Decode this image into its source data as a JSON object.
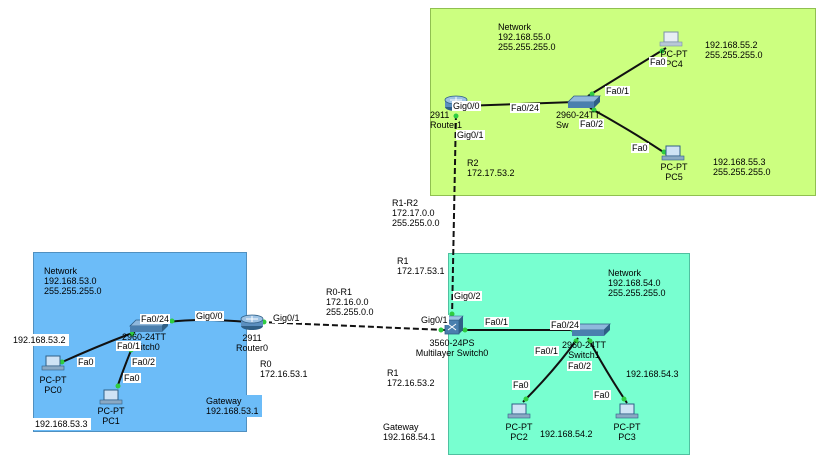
{
  "areas": {
    "left": {
      "color": "#6cbcf8"
    },
    "green": {
      "color": "#ccff80"
    },
    "teal": {
      "color": "#78ffd0"
    }
  },
  "notes": {
    "left_network": "Network\n192.168.53.0\n255.255.255.0",
    "green_network": "Network\n192.168.55.0\n255.255.255.0",
    "teal_network": "Network\n192.168.54.0\n255.255.255.0",
    "pc4_ip": "192.168.55.2\n255.255.255.0",
    "pc5_ip": "192.168.55.3\n255.255.255.0",
    "r2": "R2\n172.17.53.2",
    "r1r2": "R1-R2\n172.17.0.0\n255.255.0.0",
    "r1_top": "R1\n172.17.53.1",
    "r0r1": "R0-R1\n172.16.0.0\n255.255.0.0",
    "r0": "R0\n172.16.53.1",
    "r1_bottom": "R1\n172.16.53.2",
    "gateway_left": "Gateway\n192.168.53.1",
    "gateway_right": "Gateway\n192.168.54.1",
    "pc0_ip": "192.168.53.2",
    "pc1_ip": "192.168.53.3",
    "pc2_ip": "192.168.54.2",
    "pc3_ip": "192.168.54.3"
  },
  "devices": {
    "router0": "2911\nRouter0",
    "router1": "2911\nRouter1",
    "switch0": "2960-24TT\nSwitch0",
    "switch1": "2960-24TT\nSwitch1",
    "switch_top": "2960-24TT\nSw",
    "multilayer": "3560-24PS\nMultilayer Switch0",
    "pc0": "PC-PT\nPC0",
    "pc1": "PC-PT\nPC1",
    "pc2": "PC-PT\nPC2",
    "pc3": "PC-PT\nPC3",
    "pc4": "PC-PT\nPC4",
    "pc5": "PC-PT\nPC5"
  },
  "ports": {
    "sw0_fa024": "Fa0/24",
    "r0_gig00": "Gig0/0",
    "r0_gig01": "Gig0/1",
    "sw0_fa01": "Fa0/1",
    "sw0_fa02": "Fa0/2",
    "pc0_fa0": "Fa0",
    "pc1_fa0": "Fa0",
    "ml_gig01": "Gig0/1",
    "ml_gig02": "Gig0/2",
    "ml_fa01": "Fa0/1",
    "sw1_fa024": "Fa0/24",
    "sw1_fa01": "Fa0/1",
    "sw1_fa02": "Fa0/2",
    "pc2_fa0": "Fa0",
    "pc3_fa0": "Fa0",
    "r1_gig00": "Gig0/0",
    "r1_gig01": "Gig0/1",
    "swt_fa024": "Fa0/24",
    "swt_fa01": "Fa0/1",
    "swt_fa02": "Fa0/2",
    "pc4_fa0": "Fa0",
    "pc5_fa0": "Fa0"
  }
}
